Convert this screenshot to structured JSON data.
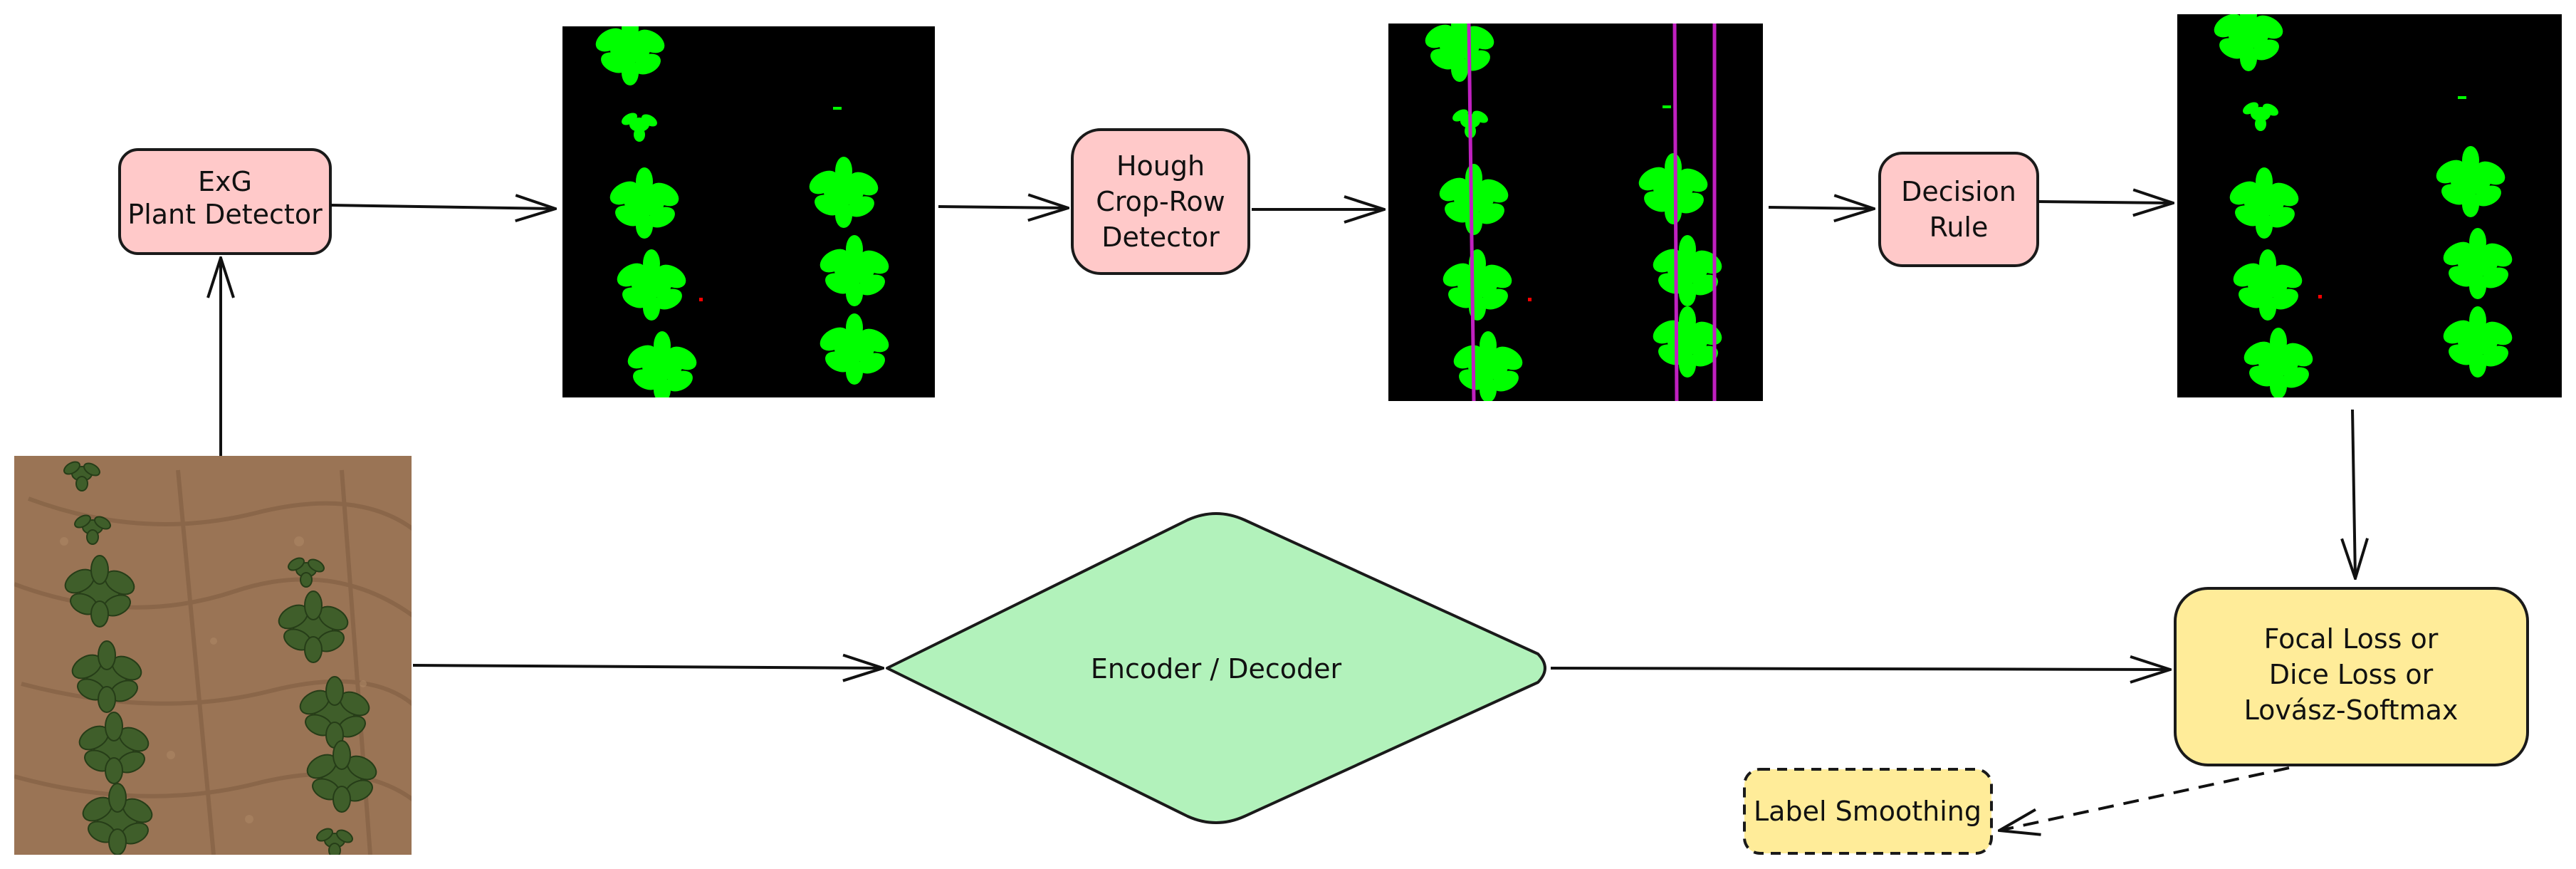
{
  "nodes": {
    "exg_detector": {
      "lines": [
        "ExG",
        "Plant Detector"
      ],
      "fill": "#ffc9c9"
    },
    "hough_detector": {
      "lines": [
        "Hough",
        "Crop-Row",
        "Detector"
      ],
      "fill": "#ffc9c9"
    },
    "decision_rule": {
      "lines": [
        "Decision",
        "Rule"
      ],
      "fill": "#ffc9c9"
    },
    "encoder_decoder": {
      "lines": [
        "Encoder / Decoder"
      ],
      "fill": "#b2f2bb"
    },
    "loss": {
      "lines": [
        "Focal Loss or",
        "Dice Loss or",
        "Lovász-Softmax"
      ],
      "fill": "#ffec99"
    },
    "label_smoothing": {
      "lines": [
        "Label Smoothing"
      ],
      "fill": "#ffec99"
    }
  },
  "images": {
    "field_photo": {
      "description_icon": "field-photo",
      "soil_color": "#9a7455",
      "plant_color": "#3f5e2a"
    },
    "mask_colors": {
      "background": "#000000",
      "plant": "#00ff00",
      "row_line": "#c020c0",
      "marker": "#ff0000"
    }
  },
  "colors": {
    "stroke": "#1a1a1a",
    "arrow": "#111111"
  }
}
